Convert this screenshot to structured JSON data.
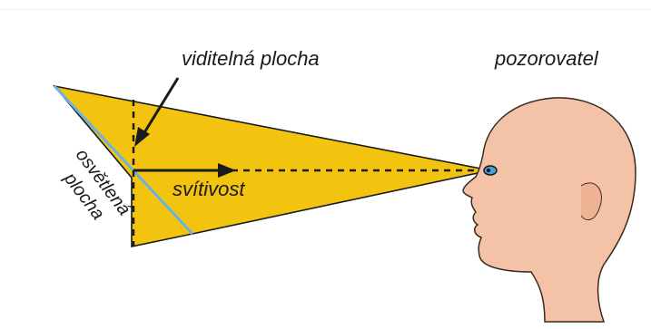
{
  "labels": {
    "visible_area": "viditelná plocha",
    "observer": "pozorovatel",
    "luminous_intensity": "svítivost",
    "illuminated_area_line1": "osvětlená",
    "illuminated_area_line2": "plocha"
  },
  "colors": {
    "beam_fill": "#f2c40f",
    "illuminated_edge": "#6ab2e2",
    "skin": "#f4c2a6",
    "outline": "#1a1a1a",
    "eye": "#4aa0d8"
  }
}
